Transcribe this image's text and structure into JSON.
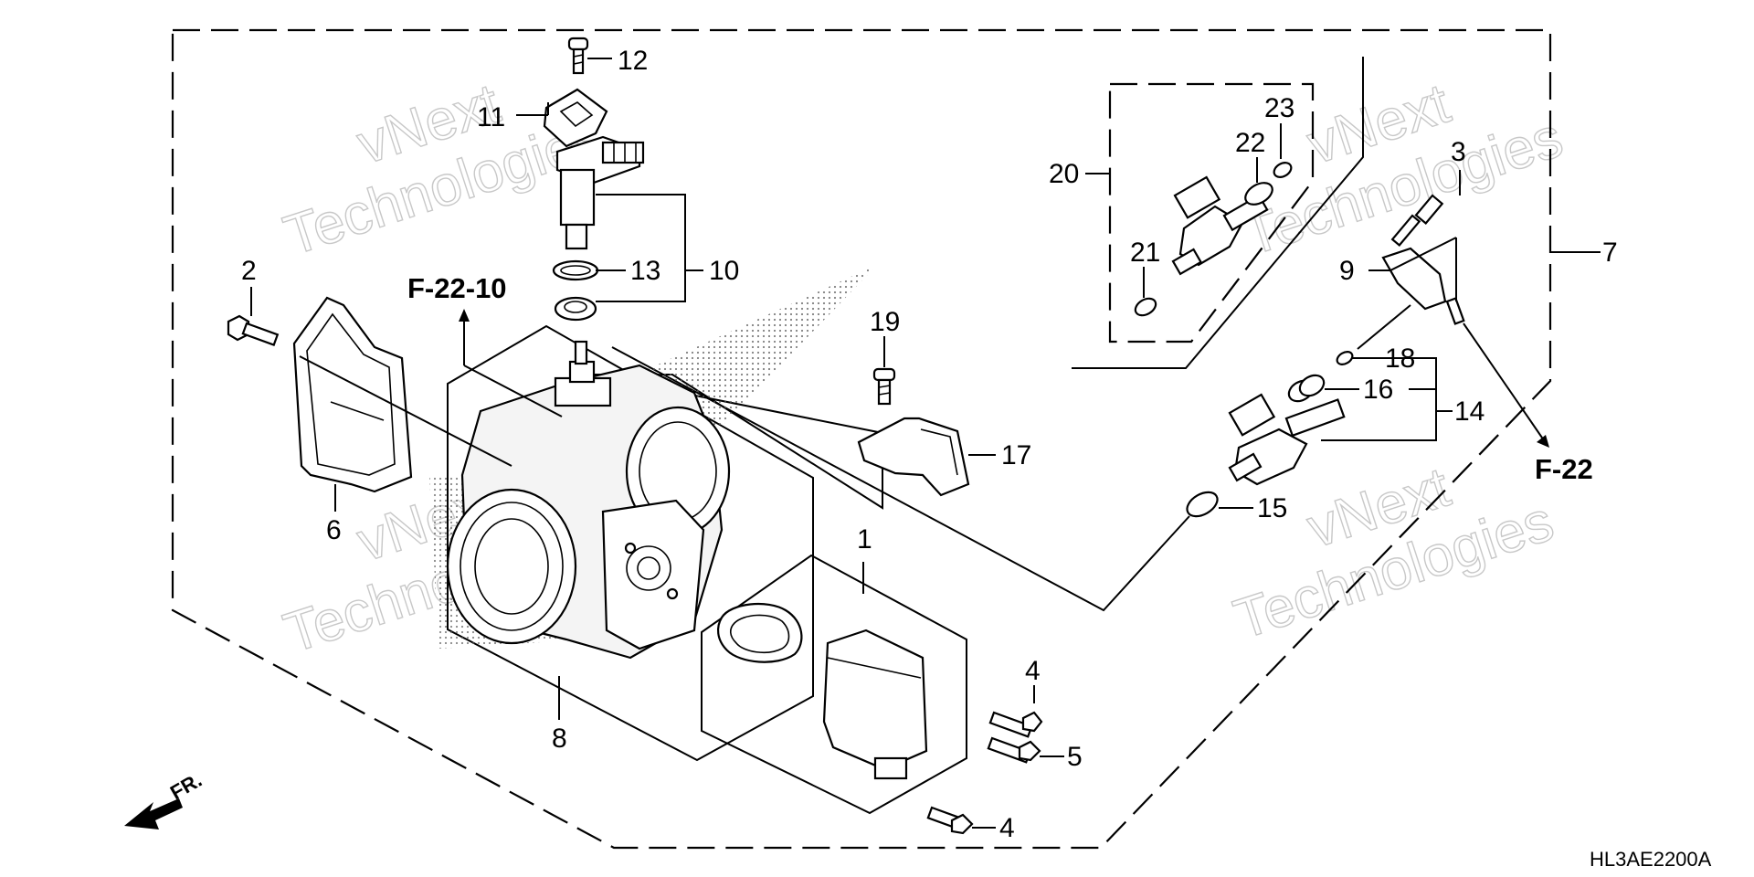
{
  "diagram": {
    "drawing_code": "HL3AE2200A",
    "front_label": "FR.",
    "refs": {
      "top": "F-22-10",
      "right": "F-22"
    },
    "watermark": [
      "vNext",
      "Technologies"
    ],
    "callouts": {
      "c1": "1",
      "c2": "2",
      "c3": "3",
      "c4a": "4",
      "c4b": "4",
      "c5": "5",
      "c6": "6",
      "c7": "7",
      "c8": "8",
      "c9": "9",
      "c10": "10",
      "c11": "11",
      "c12": "12",
      "c13": "13",
      "c14": "14",
      "c15": "15",
      "c16": "16",
      "c17": "17",
      "c18": "18",
      "c19": "19",
      "c20": "20",
      "c21": "21",
      "c22": "22",
      "c23": "23"
    }
  }
}
